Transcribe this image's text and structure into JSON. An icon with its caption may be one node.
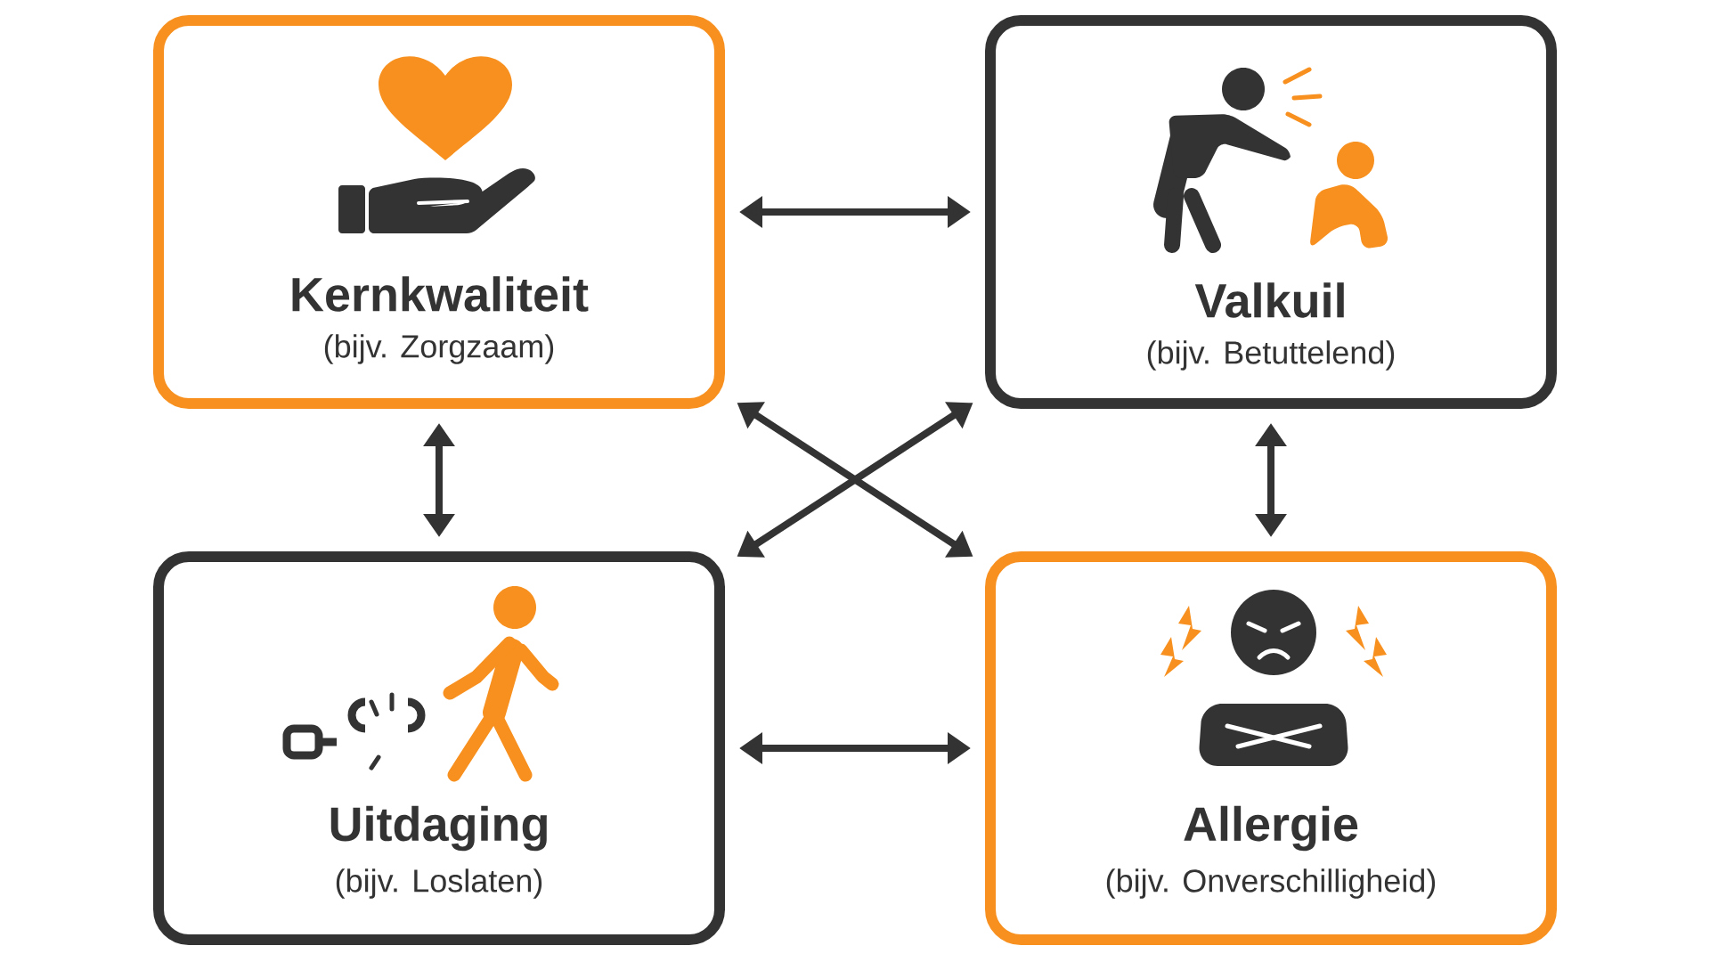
{
  "diagram": {
    "nodes": [
      {
        "text": [
          "Kernkwaliteit",
          "(bijv. Zorgzaam)"
        ]
      },
      {
        "text": [
          "Valkuil",
          "(bijv. Betuttelend)"
        ]
      },
      {
        "text": [
          "Uitdaging",
          "(bijv. Loslaten)"
        ]
      },
      {
        "text": [
          "Allergie",
          "(bijv. Onverschilligheid)"
        ]
      }
    ],
    "edges": [
      {
        "from": 0,
        "to": 1,
        "arrow": "both"
      },
      {
        "from": 0,
        "to": 2,
        "arrow": "both"
      },
      {
        "from": 0,
        "to": 3,
        "arrow": "both"
      },
      {
        "from": 1,
        "to": 2,
        "arrow": "both"
      },
      {
        "from": 1,
        "to": 3,
        "arrow": "both"
      },
      {
        "from": 2,
        "to": 3,
        "arrow": "both"
      }
    ]
  }
}
